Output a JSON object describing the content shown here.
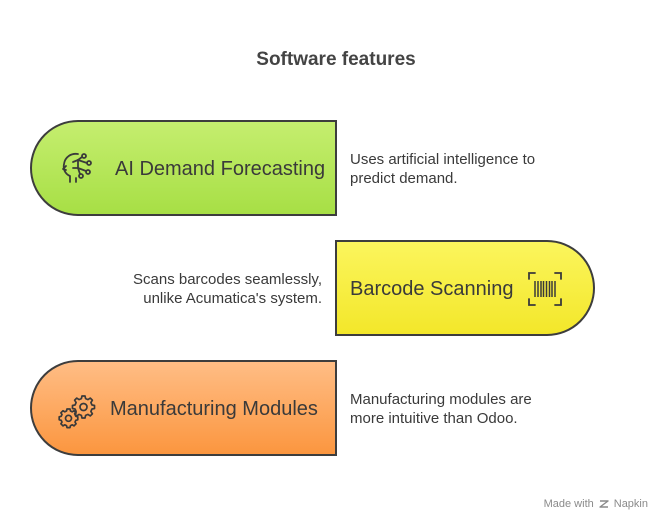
{
  "title": "Software features",
  "features": [
    {
      "label": "AI Demand Forecasting",
      "description_lines": [
        "Uses artificial intelligence to",
        "predict demand."
      ],
      "icon": "ai-head-icon",
      "color": "#a7e04a"
    },
    {
      "label": "Barcode Scanning",
      "description_lines": [
        "Scans barcodes seamlessly,",
        "unlike Acumatica's system."
      ],
      "icon": "barcode-icon",
      "color": "#f6ec34"
    },
    {
      "label": "Manufacturing Modules",
      "description_lines": [
        "Manufacturing modules are",
        "more intuitive than Odoo."
      ],
      "icon": "gears-icon",
      "color": "#fb9d52"
    }
  ],
  "footer": {
    "prefix": "Made with",
    "brand": "Napkin"
  }
}
